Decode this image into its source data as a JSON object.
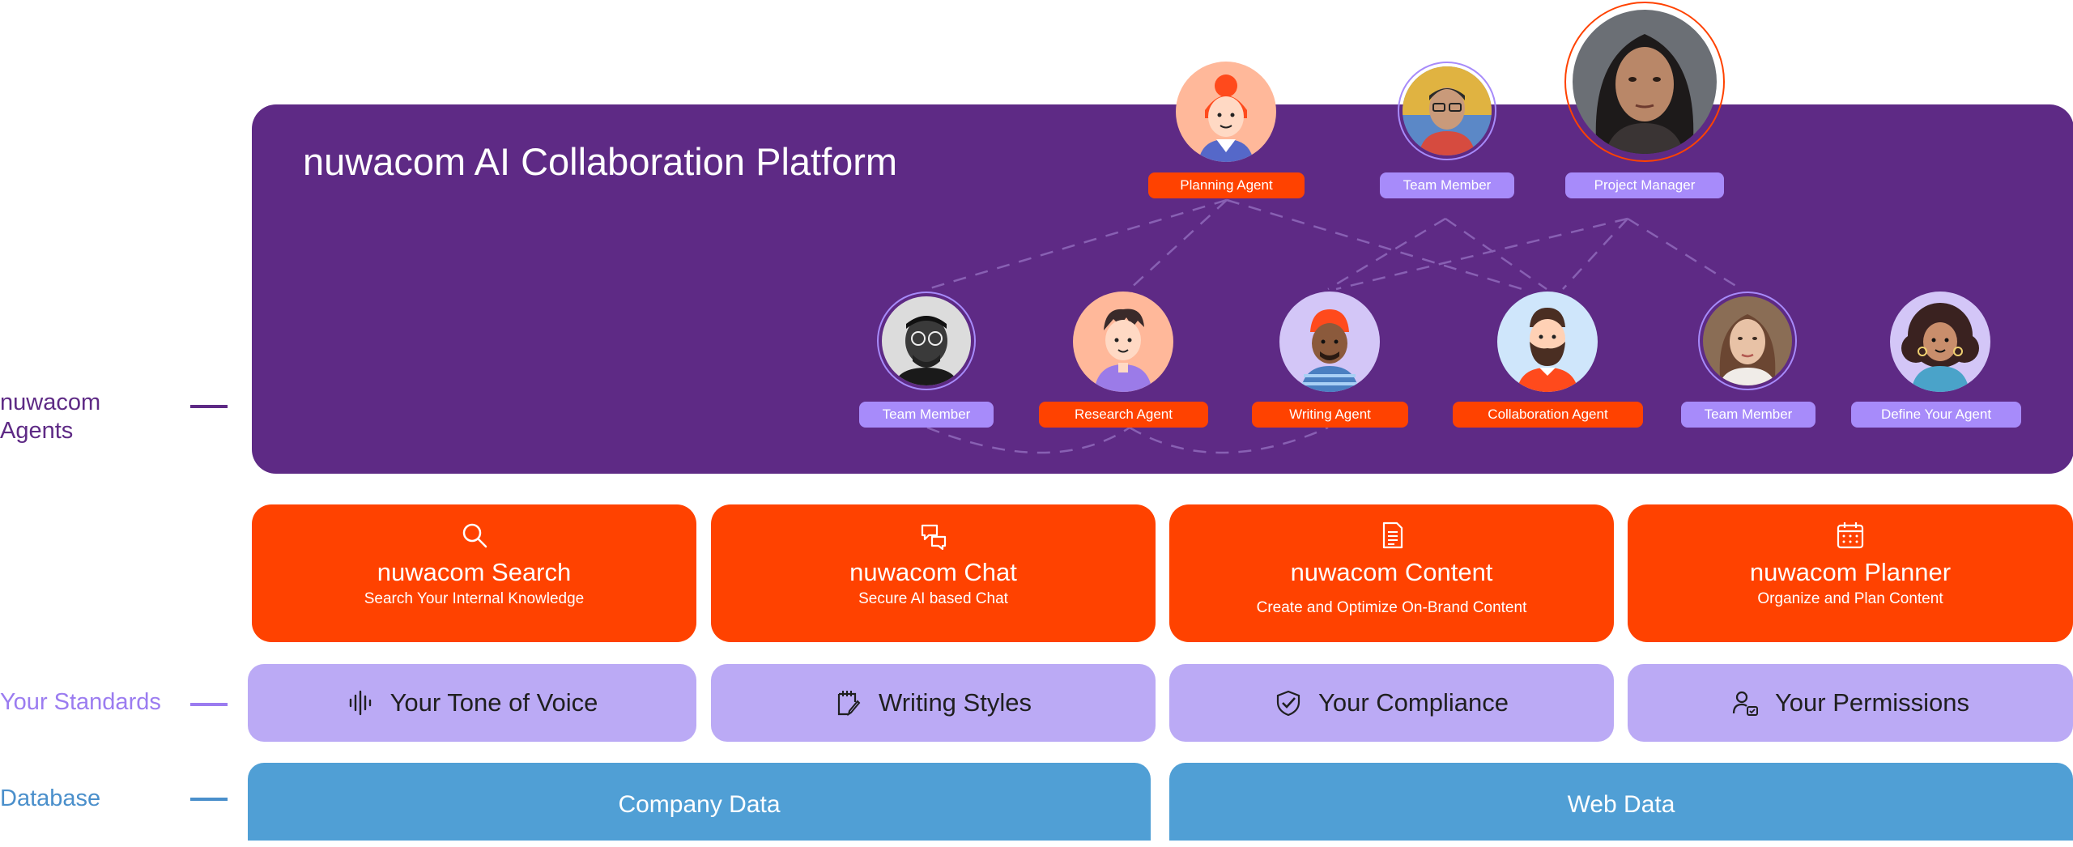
{
  "side_labels": {
    "agents_line1": "nuwacom",
    "agents_line2": "Agents",
    "standards": "Your Standards",
    "database": "Database"
  },
  "platform": {
    "title": "nuwacom AI Collaboration Platform"
  },
  "top_agents": [
    {
      "label": "Planning Agent",
      "pill": "orange"
    },
    {
      "label": "Team Member",
      "pill": "violet"
    },
    {
      "label": "Project Manager",
      "pill": "violet"
    }
  ],
  "bottom_agents": [
    {
      "label": "Team Member",
      "pill": "violet"
    },
    {
      "label": "Research Agent",
      "pill": "orange"
    },
    {
      "label": "Writing Agent",
      "pill": "orange"
    },
    {
      "label": "Collaboration Agent",
      "pill": "orange"
    },
    {
      "label": "Team Member",
      "pill": "violet"
    },
    {
      "label": "Define Your Agent",
      "pill": "violet"
    }
  ],
  "products": [
    {
      "title": "nuwacom Search",
      "subtitle": "Search Your Internal Knowledge",
      "icon": "search-icon"
    },
    {
      "title": "nuwacom Chat",
      "subtitle": "Secure AI based Chat",
      "icon": "chat-bubbles-icon"
    },
    {
      "title": "nuwacom Content",
      "subtitle": "Create and Optimize On-Brand Content",
      "icon": "document-icon"
    },
    {
      "title": "nuwacom Planner",
      "subtitle": "Organize and Plan Content",
      "icon": "calendar-icon"
    }
  ],
  "standards": [
    {
      "label": "Your Tone of Voice",
      "icon": "voice-wave-icon"
    },
    {
      "label": "Writing Styles",
      "icon": "notepad-pen-icon"
    },
    {
      "label": "Your Compliance",
      "icon": "shield-check-icon"
    },
    {
      "label": "Your Permissions",
      "icon": "user-lock-icon"
    }
  ],
  "databases": [
    {
      "label": "Company Data"
    },
    {
      "label": "Web Data"
    }
  ],
  "colors": {
    "platform": "#5e2a85",
    "accent_orange": "#ff4200",
    "violet_pill": "#a78bfa",
    "standards_bg": "#bbaaf5",
    "database_bg": "#509fd5",
    "agents_label": "#5e2a85",
    "standards_label": "#9b7cf0",
    "database_label": "#4a8fcb"
  }
}
